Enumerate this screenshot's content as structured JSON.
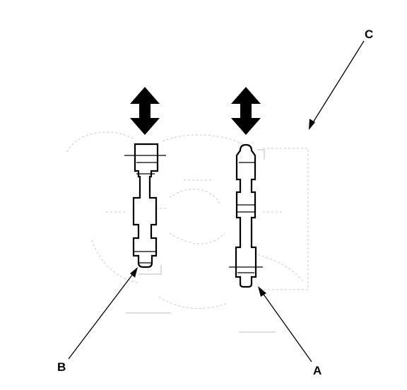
{
  "diagram": {
    "callouts": {
      "a": "A",
      "b": "B",
      "c": "C"
    },
    "icons": {
      "left_motion": "double-vertical-arrow",
      "right_motion": "double-vertical-arrow"
    },
    "colors": {
      "line": "#000000",
      "faint_background": "#c9c9c9"
    }
  }
}
